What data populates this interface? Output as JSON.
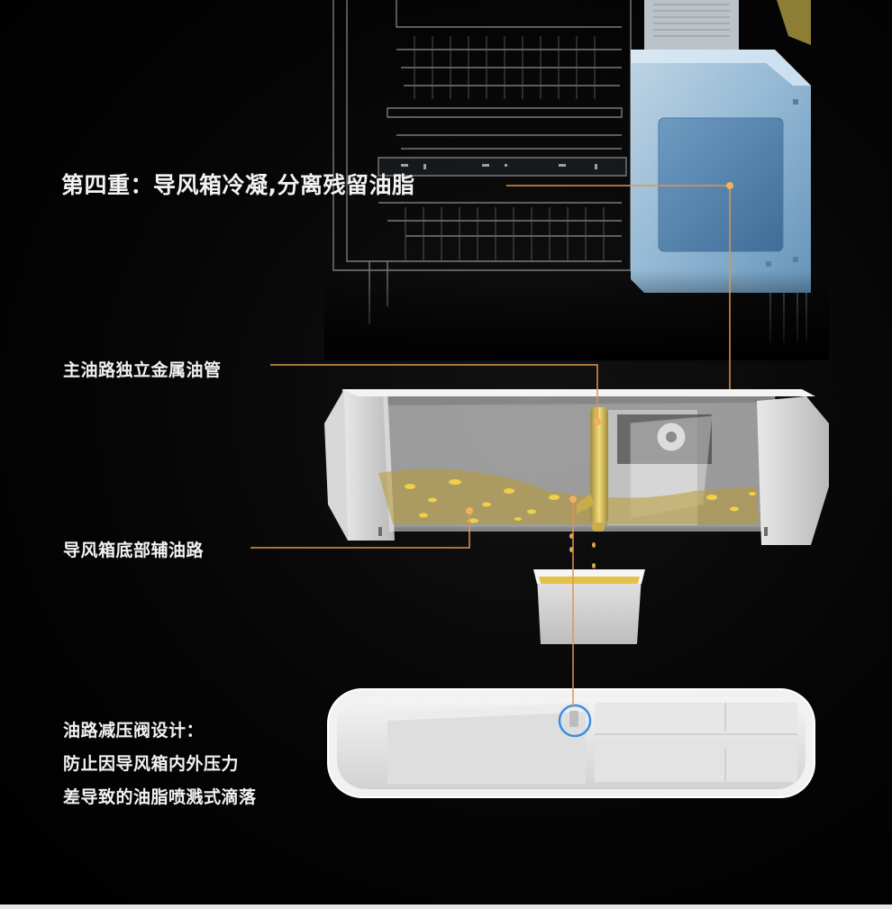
{
  "labels": {
    "stage_title": "第四重：导风箱冷凝,分离残留油脂",
    "main_oil_pipe": "主油路独立金属油管",
    "aux_oil_path": "导风箱底部辅油路",
    "valve_lines": [
      "油路减压阀设计：",
      "防止因导风箱内外压力",
      "差导致的油脂喷溅式滴落"
    ]
  },
  "colors": {
    "background": "#000000",
    "callout_line": "#e0954a",
    "callout_dot": "#f0b060",
    "oil": "#d9b43a",
    "valve_highlight": "#3a8fe0",
    "text": "#f2f2f2"
  },
  "icons": {
    "steam_oven_cavity": "oven-cavity-illustration",
    "air_guide_box": "air-guide-box-illustration",
    "oil_cup": "oil-cup-illustration",
    "drip_tray": "drip-tray-illustration",
    "valve": "pressure-valve-icon"
  }
}
